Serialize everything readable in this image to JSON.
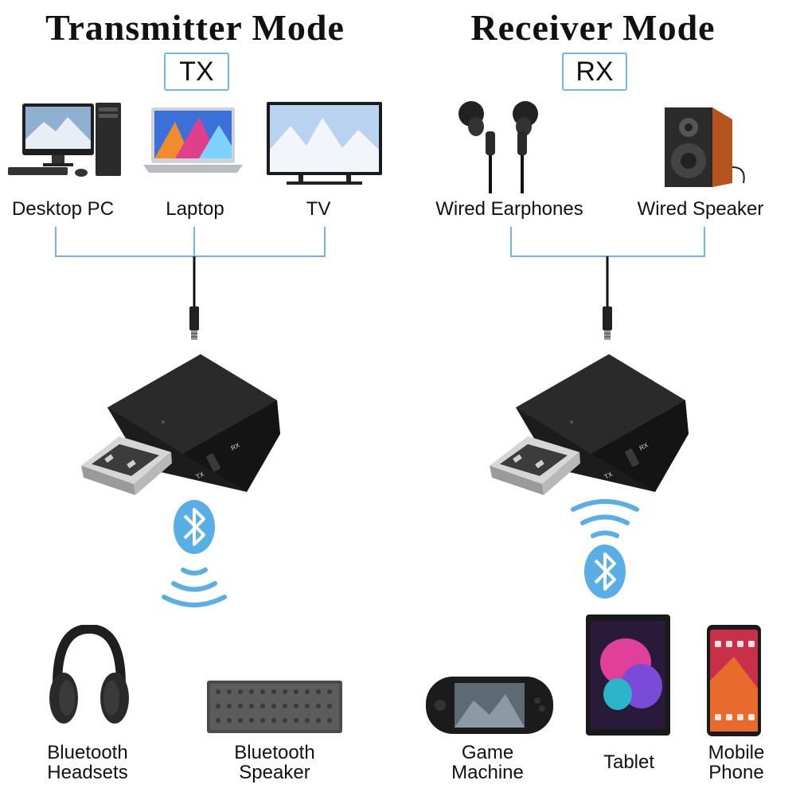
{
  "left": {
    "title": "Transmitter Mode",
    "mode": "TX",
    "sources": [
      {
        "label": "Desktop PC",
        "icon": "desktop-pc-icon"
      },
      {
        "label": "Laptop",
        "icon": "laptop-icon"
      },
      {
        "label": "TV",
        "icon": "tv-icon"
      }
    ],
    "targets": [
      {
        "label_line1": "Bluetooth",
        "label_line2": "Headsets",
        "icon": "headphones-icon"
      },
      {
        "label_line1": "Bluetooth",
        "label_line2": "Speaker",
        "icon": "bluetooth-speaker-icon"
      }
    ]
  },
  "right": {
    "title": "Receiver Mode",
    "mode": "RX",
    "sinks": [
      {
        "label": "Wired Earphones",
        "icon": "earphones-icon"
      },
      {
        "label": "Wired Speaker",
        "icon": "wired-speaker-icon"
      }
    ],
    "sources": [
      {
        "label_line1": "Game",
        "label_line2": "Machine",
        "icon": "game-console-icon"
      },
      {
        "label": "Tablet",
        "icon": "tablet-icon"
      },
      {
        "label_line1": "Mobile",
        "label_line2": "Phone",
        "icon": "mobile-phone-icon"
      }
    ]
  },
  "adapter": {
    "switch_tx": "TX",
    "switch_rx": "RX"
  },
  "colors": {
    "accent_blue": "#6fb7e6",
    "bluetooth_blue": "#5aaee6",
    "device_black": "#1a1a1a"
  }
}
